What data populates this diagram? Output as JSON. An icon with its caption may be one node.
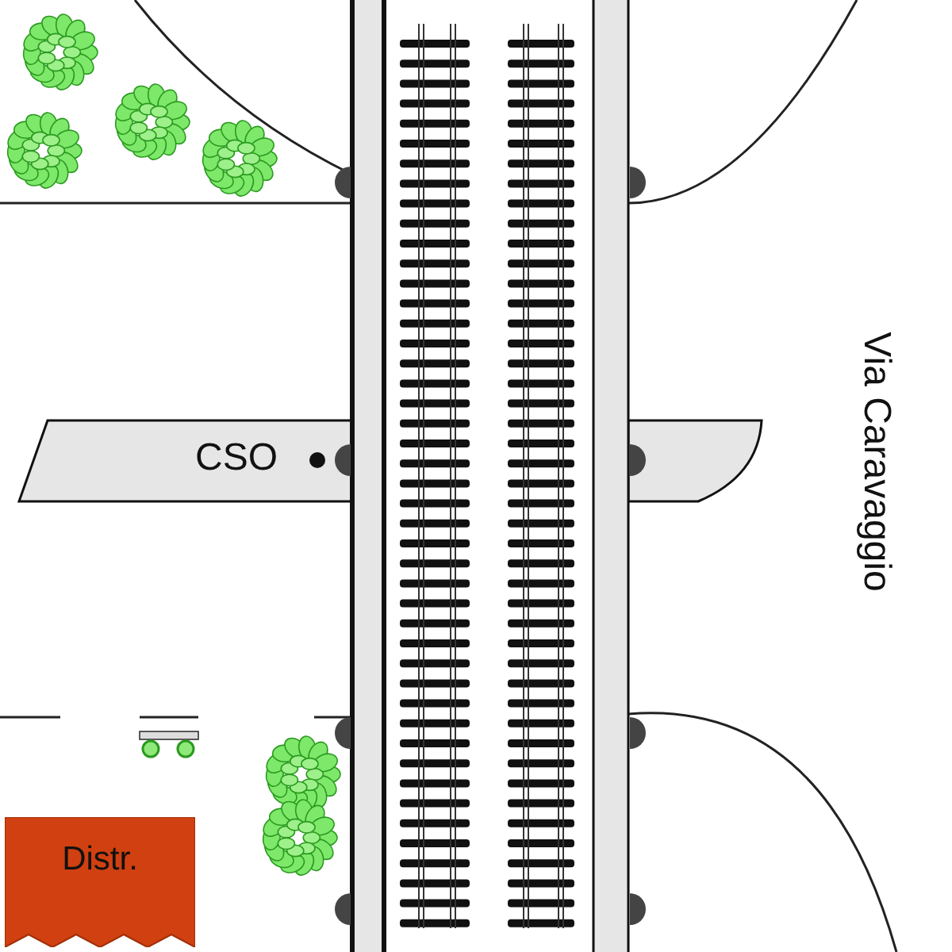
{
  "diagram": {
    "nodes": [
      {
        "text": [
          "Distr."
        ]
      }
    ],
    "labels": [
      "CSO",
      "Via Caravaggio"
    ]
  }
}
